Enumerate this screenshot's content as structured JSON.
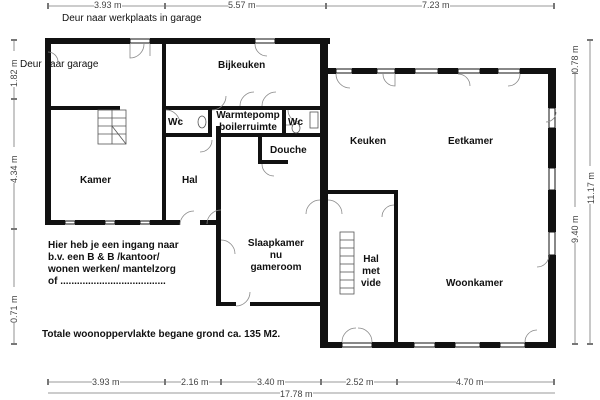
{
  "top_dimensions": [
    "3.93 m",
    "5.57 m",
    "7.23 m"
  ],
  "bottom_dimensions": [
    "3.93 m",
    "2.16 m",
    "3.40 m",
    "2.52 m",
    "4.70 m"
  ],
  "bottom_total": "17.78 m",
  "left_dimensions": [
    "1.82 m",
    "4.34 m",
    "0.71 m"
  ],
  "right_dimensions": [
    "0.78 m",
    "9.40 m",
    "11.17 m"
  ],
  "rooms": {
    "garage_door": "Deur naar werkplaats in garage",
    "deur_garage": "Deur naar garage",
    "bijkeuken": "Bijkeuken",
    "wc1": "Wc",
    "warmtepomp_1": "Warmtepomp",
    "warmtepomp_2": "boilerruimte",
    "wc2": "Wc",
    "douche": "Douche",
    "kamer": "Kamer",
    "hal": "Hal",
    "keuken": "Keuken",
    "eetkamer": "Eetkamer",
    "slaapkamer_1": "Slaapkamer",
    "slaapkamer_2": "nu",
    "slaapkamer_3": "gameroom",
    "hal_vide_1": "Hal",
    "hal_vide_2": "met",
    "hal_vide_3": "vide",
    "woonkamer": "Woonkamer"
  },
  "notes": {
    "ingang_1": "Hier heb je een ingang naar",
    "ingang_2": "b.v. een B & B /kantoor/",
    "ingang_3": "wonen werken/ mantelzorg",
    "ingang_4": "of ......................................",
    "oppervlakte": "Totale woonoppervlakte begane grond ca. 135 M2."
  }
}
